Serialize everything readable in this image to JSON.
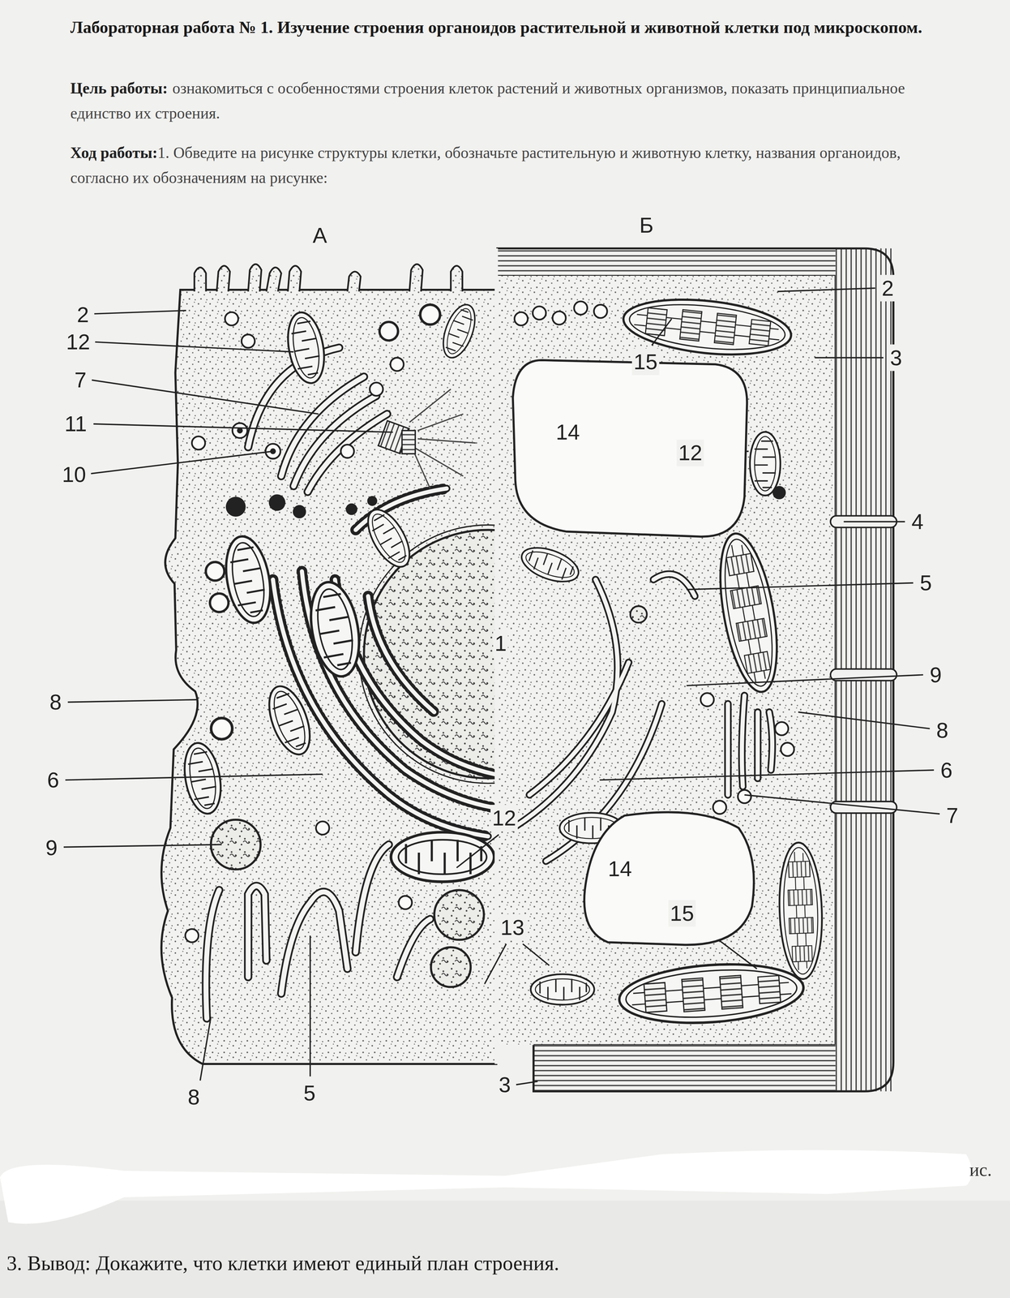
{
  "diagram": {
    "title": "Лабораторная работа № 1. Изучение строения органоидов растительной и животной клетки под микроскопом.",
    "nodes": [
      {
        "text": [
          "А"
        ]
      },
      {
        "text": [
          "Б"
        ]
      },
      {
        "text": [
          "14"
        ],
        "in": 1
      },
      {
        "text": [
          "14"
        ],
        "in": 1
      }
    ],
    "labels": [
      "Цель работы:",
      "ознакомиться с особенностями строения клеток растений и животных организмов, показать принципиальное единство их строения.",
      "Ход работы:",
      "1. Обведите на рисунке структуры клетки, обозначьте растительную и животную клетку, названия органоидов, согласно их обозначениям на рисунке:",
      "2",
      "12",
      "7",
      "11",
      "10",
      "8",
      "6",
      "9",
      "8",
      "5",
      "12",
      "13",
      "1",
      "2",
      "3",
      "15",
      "12",
      "4",
      "5",
      "9",
      "8",
      "6",
      "7",
      "15",
      "3",
      "ис.",
      "3. Вывод: Докажите, что клетки имеют единый план строения."
    ]
  }
}
